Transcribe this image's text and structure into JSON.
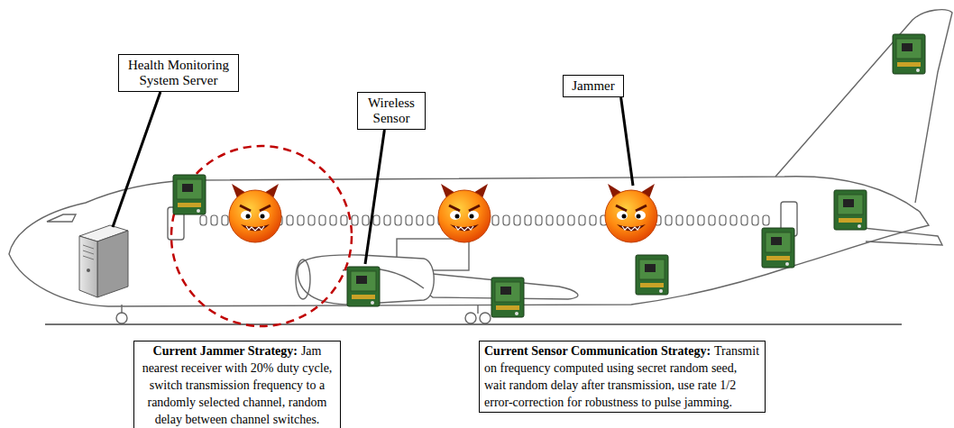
{
  "diagram": {
    "nodes": [
      {
        "text": [
          "Health Monitoring System Server"
        ]
      },
      {
        "text": [
          "Wireless Sensor"
        ]
      },
      {
        "text": [
          "Jammer"
        ]
      },
      {
        "text": [
          "Current Jammer Strategy:",
          "Jam nearest receiver with 20% duty cycle, switch transmission frequency to a randomly selected channel, random delay between channel switches."
        ]
      },
      {
        "text": [
          "Current Sensor Communication Strategy:",
          "Transmit on frequency computed using secret random seed, wait random delay after transmission, use rate 1/2 error-correction for robustness to pulse jamming."
        ]
      }
    ]
  }
}
